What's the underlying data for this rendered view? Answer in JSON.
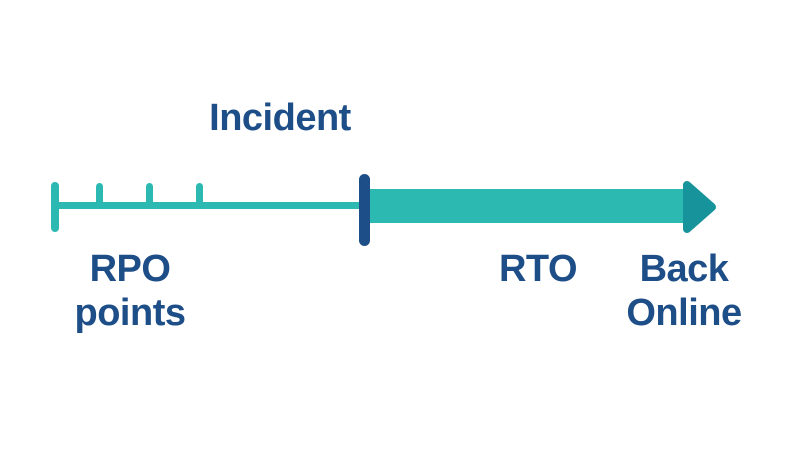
{
  "diagram": {
    "incident_label": "Incident",
    "rpo_label_line1": "RPO",
    "rpo_label_line2": "points",
    "rto_label": "RTO",
    "back_online_line1": "Back",
    "back_online_line2": "Online",
    "rpo_tick_count": 3,
    "colors": {
      "timeline_teal": "#2CB9B2",
      "arrow_teal": "#17949B",
      "accent_blue": "#1D4E87",
      "background": "#FFFFFF"
    }
  }
}
